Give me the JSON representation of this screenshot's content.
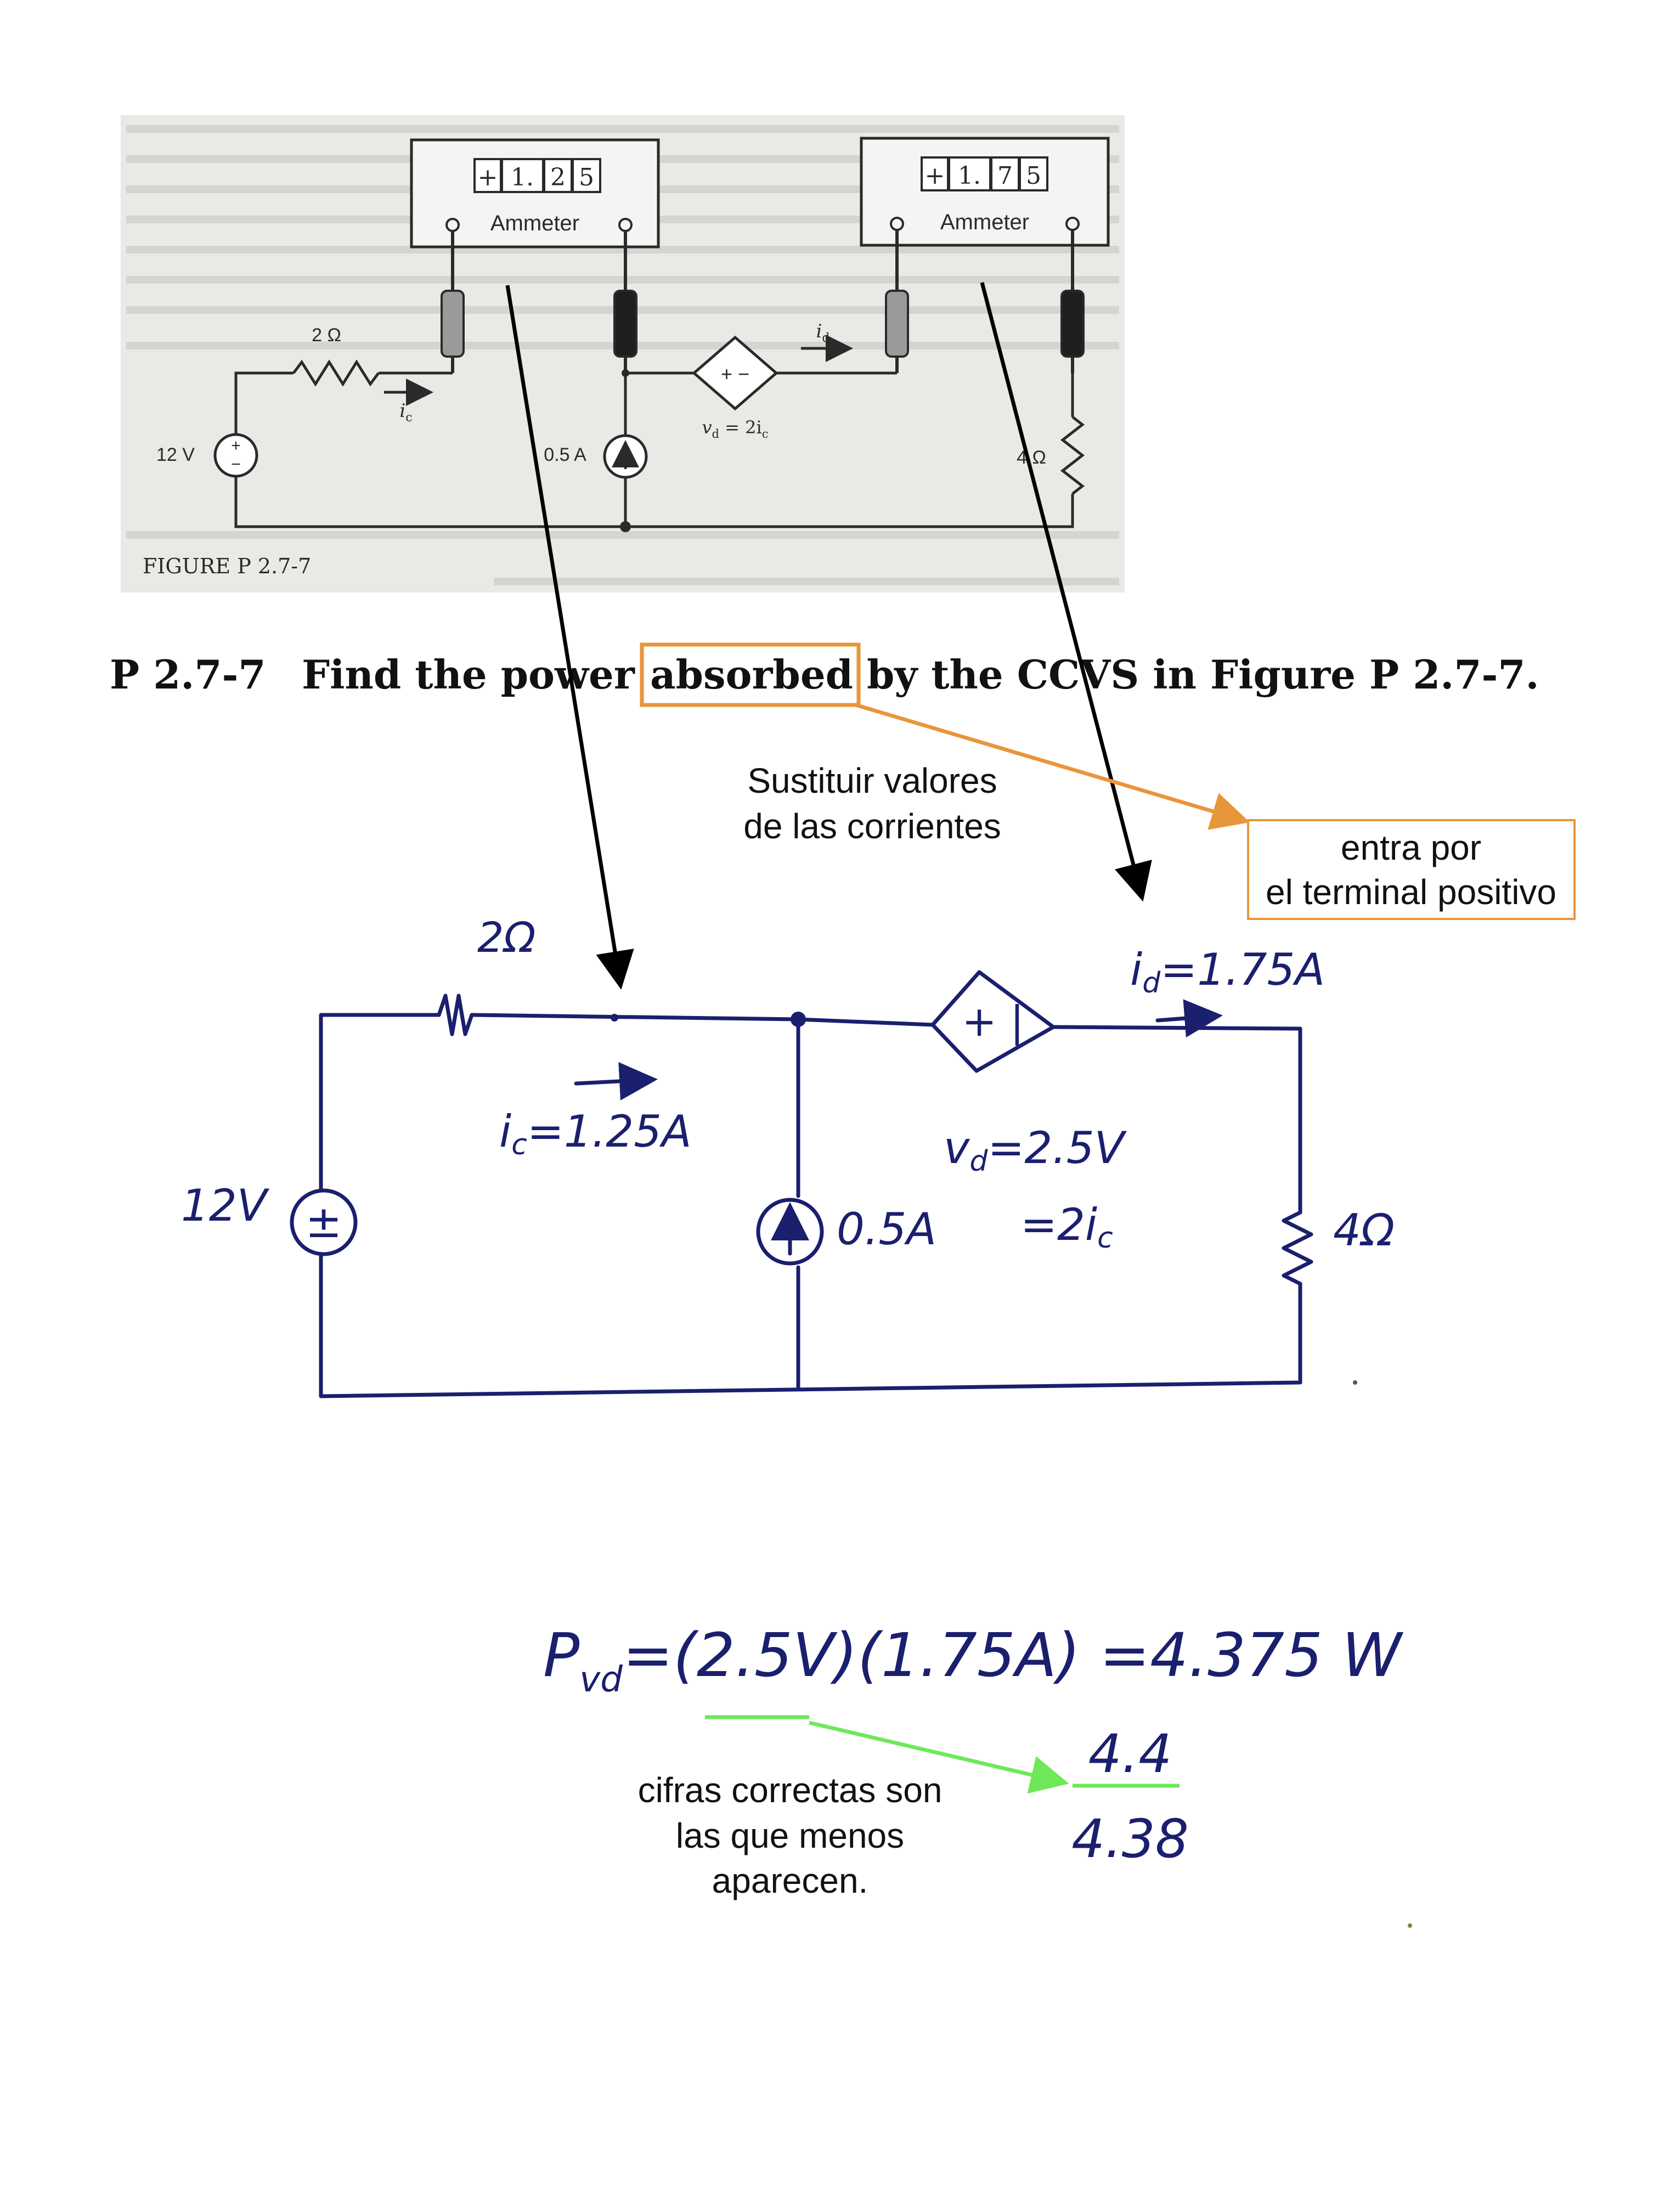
{
  "scan": {
    "figure_caption": "FIGURE P 2.7-7",
    "ammeter_label": "Ammeter",
    "ammeter_left": {
      "sign": "+",
      "d1": "1.",
      "d2": "2",
      "d3": "5"
    },
    "ammeter_right": {
      "sign": "+",
      "d1": "1.",
      "d2": "7",
      "d3": "5"
    },
    "resistor_2": "2 Ω",
    "resistor_4": "4 Ω",
    "source_12": "12 V",
    "current_source": "0.5 A",
    "ic_label": "i",
    "ic_sub": "c",
    "id_label": "i",
    "id_sub": "d",
    "vd_label": "v",
    "vd_sub": "d",
    "vd_eq": " = 2i",
    "vd_eq_sub": "c",
    "ccvs_sign": "+ −"
  },
  "problem": {
    "number": "P 2.7-7",
    "text_before": "Find the power",
    "highlight": "absorbed",
    "text_after": "by the CCVS in Figure P 2.7-7."
  },
  "notes": {
    "substitute_1": "Sustituir valores",
    "substitute_2": "de las corrientes",
    "terminal_1": "entra por",
    "terminal_2": "el terminal positivo",
    "sig_1": "cifras correctas son",
    "sig_2": "las que menos",
    "sig_3": "aparecen."
  },
  "handwriting": {
    "r2": "2Ω",
    "v12": "12V",
    "source_sign": "±",
    "ic": "i",
    "ic_sub": "c",
    "ic_val": "=1.25A",
    "id": "i",
    "id_sub": "d",
    "id_val": "=1.75A",
    "ccvs_sign": "+ |",
    "vd": "v",
    "vd_sub": "d",
    "vd_val": "=2.5V",
    "vd_eq": "=2i",
    "vd_eq_sub": "c",
    "isource": "0.5A",
    "r4": "4Ω",
    "power_P": "P",
    "power_sub": "vd",
    "power_eq": "=(2.5V)(1.75A) =4.375 W",
    "round_1": "4.4",
    "round_2": "4.38"
  },
  "colors": {
    "ink": "#1a1f6e",
    "scan": "#2a2a2a",
    "orange": "#e8963a",
    "green": "#6ee85a",
    "arrow": "#000000"
  }
}
